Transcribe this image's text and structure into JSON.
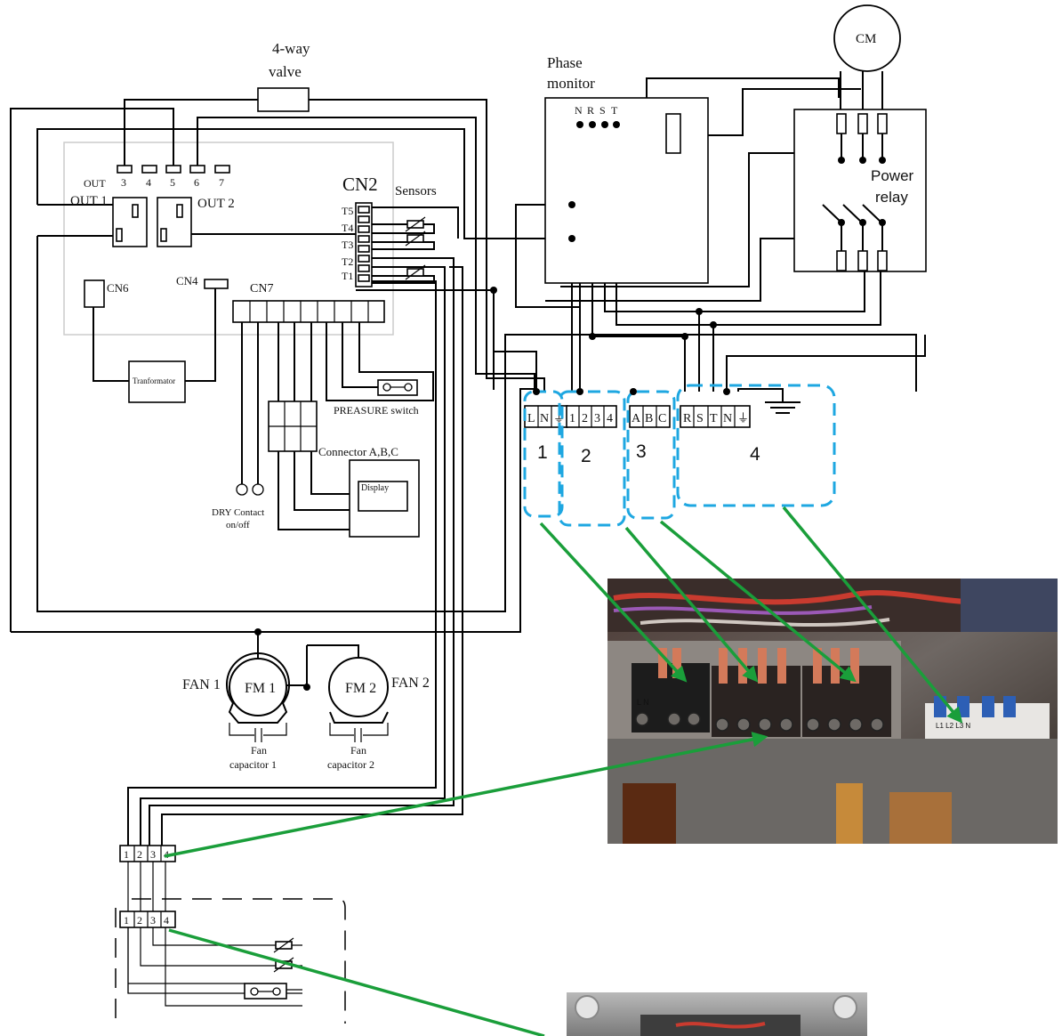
{
  "labels": {
    "valve": [
      "4-way",
      "valve"
    ],
    "cm": "CM",
    "phase_monitor": [
      "Phase",
      "monitor"
    ],
    "phase_terms": [
      "N",
      "R",
      "S",
      "T"
    ],
    "power_relay": [
      "Power",
      "relay"
    ],
    "out_label": "OUT",
    "out_pins": [
      "3",
      "4",
      "5",
      "6",
      "7"
    ],
    "out1": "OUT 1",
    "out2": "OUT 2",
    "cn2": "CN2",
    "sensors": "Sensors",
    "t_labels": [
      "T5",
      "T4",
      "T3",
      "T2",
      "T1"
    ],
    "cn6": "CN6",
    "cn4": "CN4",
    "cn7": "CN7",
    "transformer": "Tranformator",
    "pressure_switch": "PREASURE switch",
    "connector_abc": "Connector A,B,C",
    "display": "Display",
    "dry_contact": [
      "DRY Contact",
      "on/off"
    ],
    "fan1": "FAN 1",
    "fan2": "FAN 2",
    "fm1": "FM 1",
    "fm2": "FM 2",
    "fan_cap1": [
      "Fan",
      "capacitor 1"
    ],
    "fan_cap2": [
      "Fan",
      "capacitor 2"
    ],
    "terminal_lne": [
      "L",
      "N",
      "⏚"
    ],
    "terminal_1234": [
      "1",
      "2",
      "3",
      "4"
    ],
    "terminal_abc": [
      "A",
      "B",
      "C"
    ],
    "terminal_rstn": [
      "R",
      "S",
      "T",
      "N",
      "⏚"
    ],
    "group_numbers": [
      "1",
      "2",
      "3",
      "4"
    ],
    "lower_terminal": [
      "1",
      "2",
      "3",
      "4"
    ]
  },
  "colors": {
    "group_outline": "#1ea7e1",
    "arrow": "#1a9e3a"
  },
  "photo_labels": {
    "terminal_left": "L N",
    "terminal_right": "L1 L2 L3 N"
  }
}
